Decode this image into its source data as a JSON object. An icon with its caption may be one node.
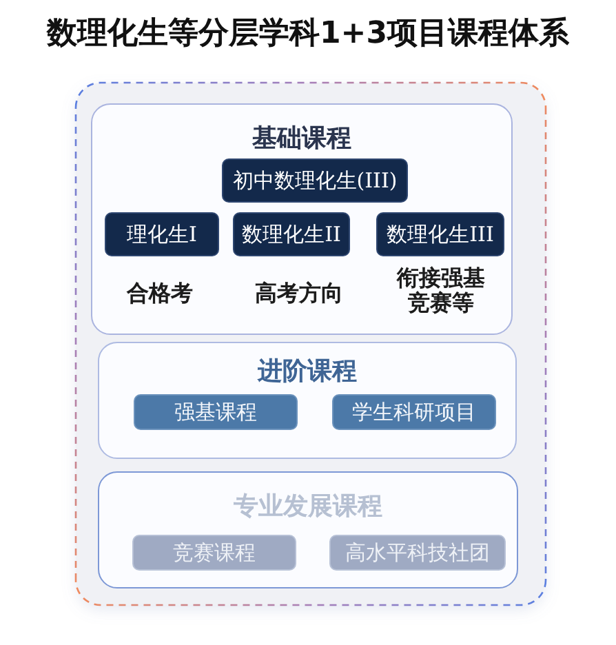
{
  "diagram": {
    "title": "数理化生等分层学科1+3项目课程体系",
    "nodes": [
      {
        "text": [
          "基础课程"
        ]
      },
      {
        "text": [
          "初中数理化生(III)"
        ],
        "in": 0
      },
      {
        "text": [
          "理化生I"
        ],
        "in": 0,
        "beside": [
          "合格考"
        ]
      },
      {
        "text": [
          "数理化生II"
        ],
        "in": 0,
        "beside": [
          "高考方向"
        ]
      },
      {
        "text": [
          "数理化生III"
        ],
        "in": 0,
        "beside": [
          "衔接强基竞赛等"
        ]
      },
      {
        "text": [
          "进阶课程"
        ]
      },
      {
        "text": [
          "强基课程"
        ],
        "in": 5
      },
      {
        "text": [
          "学生科研项目"
        ],
        "in": 5
      },
      {
        "text": [
          "专业发展课程"
        ]
      },
      {
        "text": [
          "竞赛课程"
        ],
        "in": 8
      },
      {
        "text": [
          "高水平科技社团"
        ],
        "in": 8
      }
    ]
  }
}
